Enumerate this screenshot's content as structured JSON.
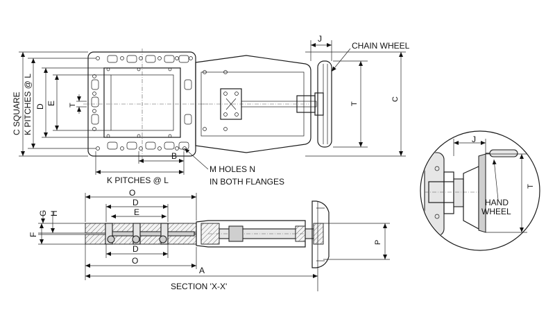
{
  "labels": {
    "chain_wheel": "CHAIN WHEEL",
    "j_top": "J",
    "t_right": "T",
    "c_right": "C",
    "c_square": "C SQUARE",
    "k_pitches_left": "K PITCHES @ L",
    "d_left": "D",
    "e_left": "E",
    "t_small": "T",
    "b_dim": "B",
    "k_pitches_bottom": "K PITCHES @ L",
    "m_holes_1": "M HOLES N",
    "m_holes_2": "IN BOTH FLANGES",
    "o_top": "O",
    "d_sec_top": "D",
    "e_sec": "E",
    "d_sec_bottom": "D",
    "o_bottom": "O",
    "a_dim": "A",
    "g_dim": "G",
    "h_dim": "H",
    "f_dim": "F",
    "p_dim": "P",
    "section": "SECTION 'X-X'",
    "j_detail": "J",
    "t_detail": "T",
    "hand_wheel_1": "HAND",
    "hand_wheel_2": "WHEEL"
  }
}
